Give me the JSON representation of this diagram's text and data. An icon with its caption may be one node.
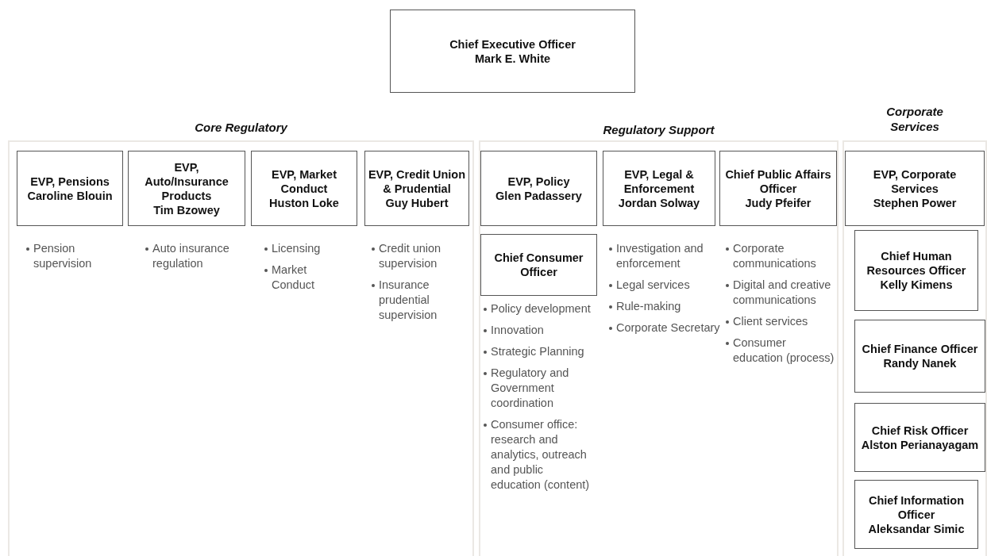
{
  "diagram": {
    "nodes": [
      {
        "text": [
          "Chief Executive Officer",
          "Mark E. White"
        ]
      },
      {
        "text": [
          "Core Regulatory"
        ]
      },
      {
        "text": [
          "EVP, Pensions",
          "Caroline Blouin"
        ],
        "in": 1,
        "beside": [
          "Pension supervision"
        ]
      },
      {
        "text": [
          "EVP, Auto/Insurance Products",
          "Tim Bzowey"
        ],
        "in": 1,
        "beside": [
          "Auto insurance regulation"
        ]
      },
      {
        "text": [
          "EVP, Market Conduct",
          "Huston Loke"
        ],
        "in": 1,
        "beside": [
          "Licensing",
          "Market Conduct"
        ]
      },
      {
        "text": [
          "EVP, Credit Union & Prudential",
          "Guy Hubert"
        ],
        "in": 1,
        "beside": [
          "Credit union supervision",
          "Insurance prudential supervision"
        ]
      },
      {
        "text": [
          "Regulatory Support"
        ]
      },
      {
        "text": [
          "EVP, Policy",
          "Glen Padassery"
        ],
        "in": 6
      },
      {
        "text": [
          "Chief Consumer Officer"
        ],
        "in": 6,
        "beside": [
          "Policy development",
          "Innovation",
          "Strategic Planning",
          "Regulatory and Government coordination",
          "Consumer office: research and analytics, outreach and public education (content)"
        ]
      },
      {
        "text": [
          "EVP, Legal & Enforcement",
          "Jordan Solway"
        ],
        "in": 6,
        "beside": [
          "Investigation and enforcement",
          "Legal services",
          "Rule-making",
          "Corporate Secretary"
        ]
      },
      {
        "text": [
          "Chief Public Affairs Officer",
          "Judy Pfeifer"
        ],
        "in": 6,
        "beside": [
          "Corporate communications",
          "Digital and creative communications",
          "Client services",
          "Consumer education (process)"
        ]
      },
      {
        "text": [
          "Corporate Services"
        ]
      },
      {
        "text": [
          "EVP, Corporate Services",
          "Stephen Power"
        ],
        "in": 11
      },
      {
        "text": [
          "Chief Human Resources Officer",
          "Kelly Kimens"
        ],
        "in": 11
      },
      {
        "text": [
          "Chief Finance Officer",
          "Randy Nanek"
        ],
        "in": 11
      },
      {
        "text": [
          "Chief Risk Officer",
          "Alston Perianayagam"
        ],
        "in": 11
      },
      {
        "text": [
          "Chief Information Officer",
          "Aleksandar Simic"
        ],
        "in": 11
      }
    ]
  }
}
